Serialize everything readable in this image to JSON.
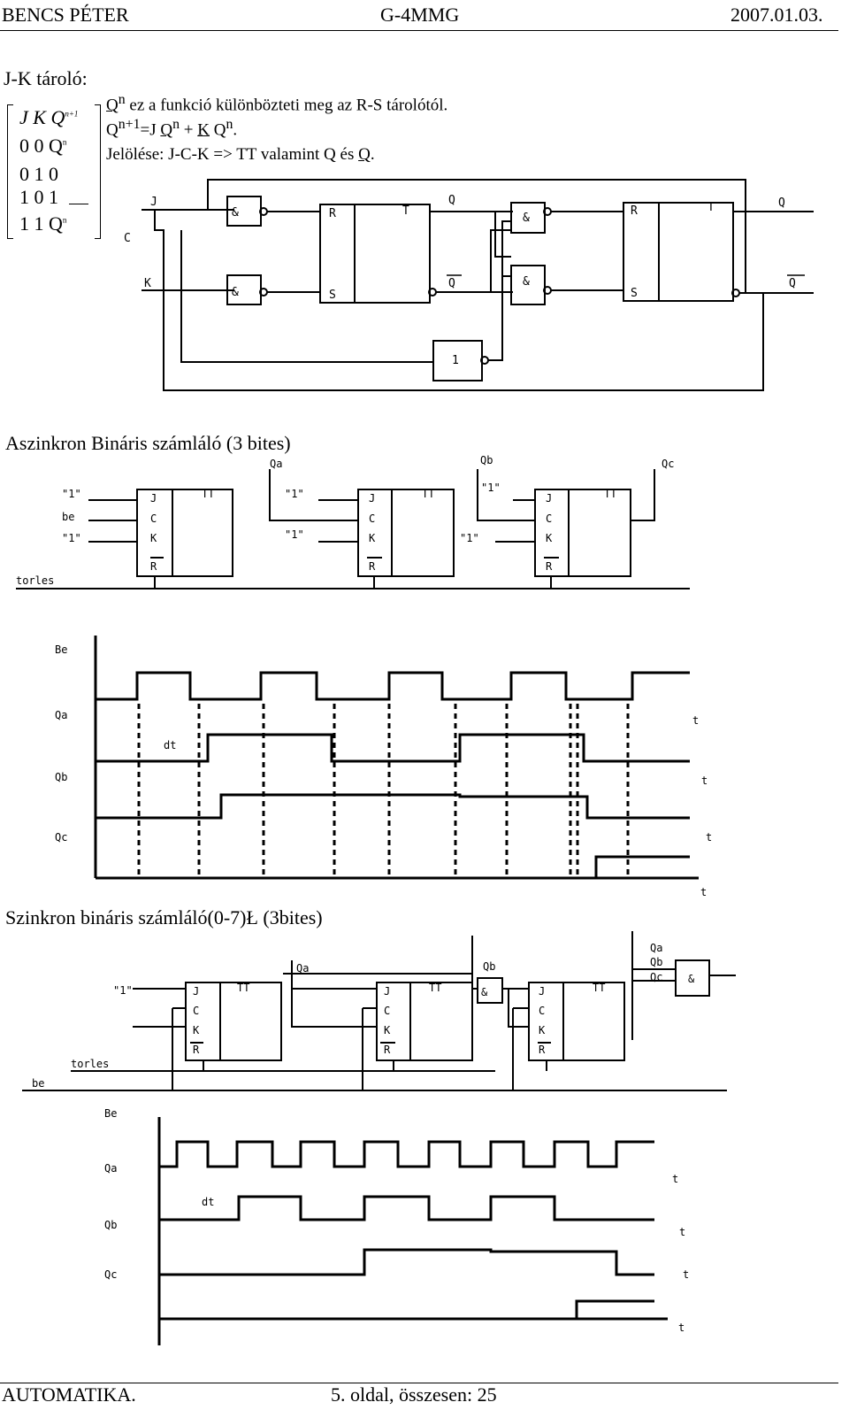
{
  "header": {
    "author": "BENCS PÉTER",
    "code": "G-4MMG",
    "date": "2007.01.03."
  },
  "jk": {
    "title": "J-K tároló:",
    "line1_q": "Q",
    "line1_sup": "n",
    "line1_rest": " ez a funkció különbözteti meg az R-S tárolótól.",
    "line2_a": "Q",
    "line2_sup1": "n+1",
    "line2_b": "=J ",
    "line2_c": "Q",
    "line2_sup2": "n",
    "line2_d": " + ",
    "line2_e": "K",
    "line2_f": " Q",
    "line2_sup3": "n",
    "line2_g": ".",
    "line3_a": "Jelölése: J-C-K => TT valamint Q és ",
    "line3_b": "Q",
    "line3_c": ".",
    "table": {
      "head": "J K Q",
      "head_sup": "n+1",
      "rows": [
        "0 0 Q",
        "0 1  0",
        "1 0  1",
        "1 1 Q"
      ],
      "row1_sup": "n",
      "row4_sup": "n"
    },
    "circuit": {
      "J": "J",
      "C": "C",
      "K": "K",
      "and1": "&",
      "and2": "&",
      "and3": "&",
      "and4": "&",
      "R1": "R",
      "S1": "S",
      "T1": "T",
      "R2": "R",
      "S2": "S",
      "T2": "T",
      "Q1": "Q",
      "Qn1": "Q",
      "Q2": "Q",
      "Qn2": "Q",
      "inv": "1"
    }
  },
  "async": {
    "title": "Aszinkron Bináris számláló (3 bites)",
    "one1": "\"1\"",
    "be": "be",
    "one2": "\"1\"",
    "torles": "torles",
    "one3": "\"1\"",
    "one4": "\"1\"",
    "one5": "\"1\"",
    "one6": "\"1\"",
    "Qa": "Qa",
    "Qb": "Qb",
    "Qc": "Qc",
    "J": "J",
    "C": "C",
    "K": "K",
    "R": "R",
    "TT": "TT",
    "timing": {
      "Be": "Be",
      "Qa": "Qa",
      "Qb": "Qb",
      "Qc": "Qc",
      "dt": "dt",
      "t": "t"
    }
  },
  "sync": {
    "title": "Szinkron bináris számláló(0-7)Ł  (3bites)",
    "one": "\"1\"",
    "torles": "torles",
    "be": "be",
    "Qa": "Qa",
    "Qb": "Qb",
    "Qc": "Qc",
    "and": "&",
    "J": "J",
    "C": "C",
    "K": "K",
    "R": "R",
    "TT": "TT",
    "timing": {
      "Be": "Be",
      "Qa": "Qa",
      "Qb": "Qb",
      "Qc": "Qc",
      "dt": "dt",
      "t": "t"
    }
  },
  "footer": {
    "left": "AUTOMATIKA.",
    "right": "5. oldal, összesen: 25"
  }
}
